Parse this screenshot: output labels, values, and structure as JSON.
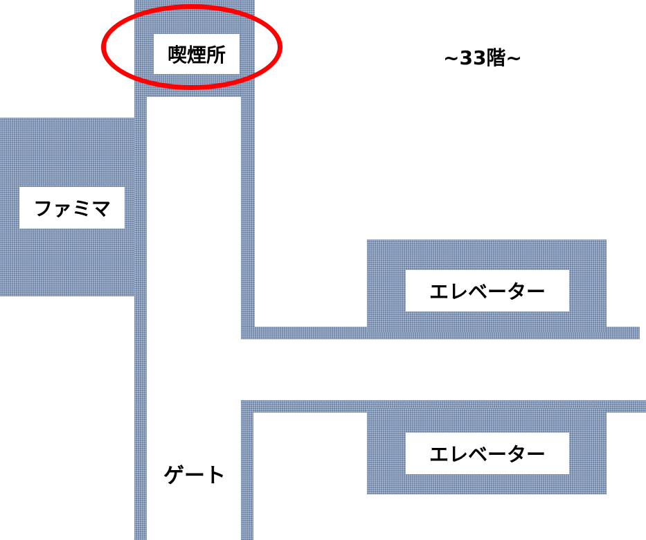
{
  "floor": {
    "label": "~33階~"
  },
  "rooms": {
    "smoking_area": "喫煙所",
    "convenience_store": "ファミマ",
    "elevator_upper": "エレベーター",
    "elevator_lower": "エレベーター",
    "gate": "ゲート"
  },
  "colors": {
    "wall": "#6f86a8",
    "highlight": "#ff0000",
    "background": "#ffffff"
  },
  "highlighted_room": "smoking_area"
}
